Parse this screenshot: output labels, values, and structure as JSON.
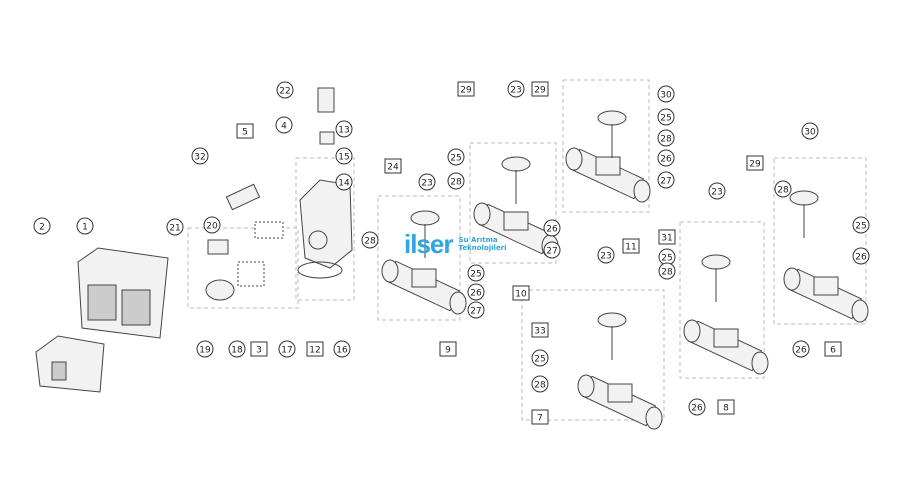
{
  "logo": {
    "word": "ilser",
    "line1": "Su Arıtma",
    "line2": "Teknolojileri",
    "color": "#2fa6e0"
  },
  "callouts": [
    {
      "n": "22",
      "shape": "circle"
    },
    {
      "n": "4",
      "shape": "circle"
    },
    {
      "n": "13",
      "shape": "circle"
    },
    {
      "n": "15",
      "shape": "circle"
    },
    {
      "n": "14",
      "shape": "circle"
    },
    {
      "n": "32",
      "shape": "circle"
    },
    {
      "n": "20",
      "shape": "circle"
    },
    {
      "n": "21",
      "shape": "circle"
    },
    {
      "n": "19",
      "shape": "circle"
    },
    {
      "n": "18",
      "shape": "circle"
    },
    {
      "n": "17",
      "shape": "circle"
    },
    {
      "n": "16",
      "shape": "circle"
    },
    {
      "n": "2",
      "shape": "circle"
    },
    {
      "n": "1",
      "shape": "circle"
    },
    {
      "n": "23",
      "shape": "circle"
    },
    {
      "n": "25",
      "shape": "circle"
    },
    {
      "n": "26",
      "shape": "circle"
    },
    {
      "n": "27",
      "shape": "circle"
    },
    {
      "n": "28",
      "shape": "circle"
    },
    {
      "n": "23",
      "shape": "circle"
    },
    {
      "n": "25",
      "shape": "circle"
    },
    {
      "n": "28",
      "shape": "circle"
    },
    {
      "n": "26",
      "shape": "circle"
    },
    {
      "n": "27",
      "shape": "circle"
    },
    {
      "n": "30",
      "shape": "circle"
    },
    {
      "n": "25",
      "shape": "circle"
    },
    {
      "n": "28",
      "shape": "circle"
    },
    {
      "n": "26",
      "shape": "circle"
    },
    {
      "n": "27",
      "shape": "circle"
    },
    {
      "n": "23",
      "shape": "circle"
    },
    {
      "n": "25",
      "shape": "circle"
    },
    {
      "n": "28",
      "shape": "circle"
    },
    {
      "n": "26",
      "shape": "circle"
    },
    {
      "n": "30",
      "shape": "circle"
    },
    {
      "n": "28",
      "shape": "circle"
    },
    {
      "n": "25",
      "shape": "circle"
    },
    {
      "n": "26",
      "shape": "circle"
    },
    {
      "n": "23",
      "shape": "circle"
    },
    {
      "n": "25",
      "shape": "circle"
    },
    {
      "n": "28",
      "shape": "circle"
    },
    {
      "n": "26",
      "shape": "circle"
    },
    {
      "n": "5",
      "shape": "box"
    },
    {
      "n": "24",
      "shape": "box"
    },
    {
      "n": "29",
      "shape": "box"
    },
    {
      "n": "29",
      "shape": "box"
    },
    {
      "n": "3",
      "shape": "box"
    },
    {
      "n": "12",
      "shape": "box"
    },
    {
      "n": "9",
      "shape": "box"
    },
    {
      "n": "10",
      "shape": "box"
    },
    {
      "n": "11",
      "shape": "box"
    },
    {
      "n": "31",
      "shape": "box"
    },
    {
      "n": "33",
      "shape": "box"
    },
    {
      "n": "7",
      "shape": "box"
    },
    {
      "n": "8",
      "shape": "box"
    },
    {
      "n": "29",
      "shape": "box"
    },
    {
      "n": "6",
      "shape": "box"
    }
  ]
}
